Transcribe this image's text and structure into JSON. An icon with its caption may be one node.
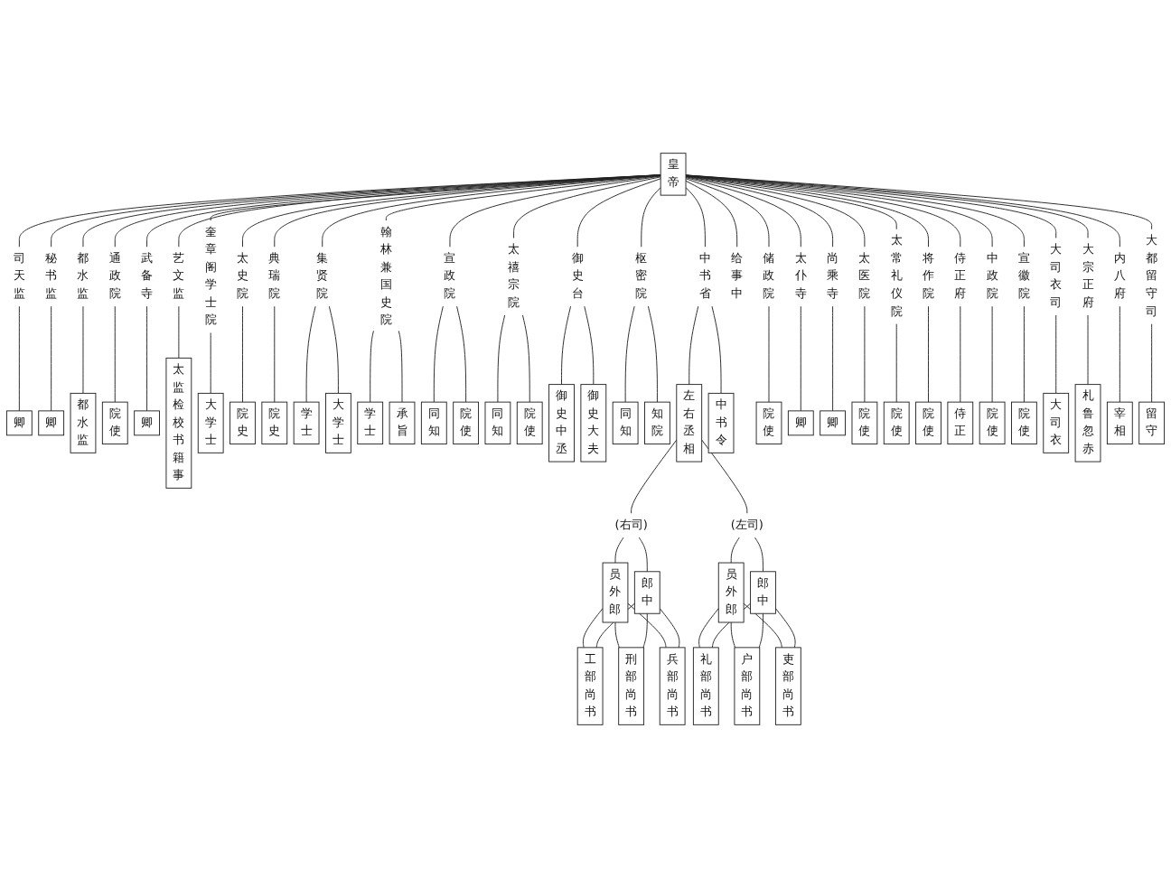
{
  "diagram": {
    "nodes": [
      {
        "text": [
          "皇帝"
        ]
      },
      {
        "text": [
          "司天监"
        ]
      },
      {
        "text": [
          "秘书监"
        ]
      },
      {
        "text": [
          "都水监"
        ]
      },
      {
        "text": [
          "通政院"
        ]
      },
      {
        "text": [
          "武备寺"
        ]
      },
      {
        "text": [
          "艺文监"
        ]
      },
      {
        "text": [
          "奎章阁学士院"
        ]
      },
      {
        "text": [
          "太史院"
        ]
      },
      {
        "text": [
          "典瑞院"
        ]
      },
      {
        "text": [
          "集贤院"
        ]
      },
      {
        "text": [
          "翰林兼国史院"
        ]
      },
      {
        "text": [
          "宣政院"
        ]
      },
      {
        "text": [
          "太禧宗院"
        ]
      },
      {
        "text": [
          "御史台"
        ]
      },
      {
        "text": [
          "枢密院"
        ]
      },
      {
        "text": [
          "中书省"
        ]
      },
      {
        "text": [
          "给事中"
        ]
      },
      {
        "text": [
          "卿"
        ]
      },
      {
        "text": [
          "卿"
        ]
      },
      {
        "text": [
          "都水监"
        ]
      },
      {
        "text": [
          "院使"
        ]
      },
      {
        "text": [
          "卿"
        ]
      },
      {
        "text": [
          "太监检校书籍事"
        ]
      },
      {
        "text": [
          "大学士"
        ]
      },
      {
        "text": [
          "院史"
        ]
      },
      {
        "text": [
          "院史"
        ]
      },
      {
        "text": [
          "学士"
        ]
      },
      {
        "text": [
          "大学士"
        ]
      },
      {
        "text": [
          "学士"
        ]
      },
      {
        "text": [
          "承旨"
        ]
      },
      {
        "text": [
          "同知"
        ]
      },
      {
        "text": [
          "院使"
        ]
      },
      {
        "text": [
          "同知"
        ]
      },
      {
        "text": [
          "院使"
        ]
      },
      {
        "text": [
          "御史中丞"
        ]
      },
      {
        "text": [
          "御史大夫"
        ]
      },
      {
        "text": [
          "同知"
        ]
      },
      {
        "text": [
          "知院"
        ]
      },
      {
        "text": [
          "左右丞相"
        ]
      },
      {
        "text": [
          "中书令"
        ]
      },
      {
        "text": [
          "储政院"
        ]
      },
      {
        "text": [
          "院使"
        ]
      },
      {
        "text": [
          "太仆寺"
        ]
      },
      {
        "text": [
          "卿"
        ]
      },
      {
        "text": [
          "尚乘寺"
        ]
      },
      {
        "text": [
          "卿"
        ]
      },
      {
        "text": [
          "太医院"
        ]
      },
      {
        "text": [
          "院使"
        ]
      },
      {
        "text": [
          "太常礼仪院"
        ]
      },
      {
        "text": [
          "院使"
        ]
      },
      {
        "text": [
          "将作院"
        ]
      },
      {
        "text": [
          "院使"
        ]
      },
      {
        "text": [
          "侍正府"
        ]
      },
      {
        "text": [
          "侍正"
        ]
      },
      {
        "text": [
          "中政院"
        ]
      },
      {
        "text": [
          "院使"
        ]
      },
      {
        "text": [
          "宣徽院"
        ]
      },
      {
        "text": [
          "院使"
        ]
      },
      {
        "text": [
          "大司衣司"
        ]
      },
      {
        "text": [
          "大司衣"
        ]
      },
      {
        "text": [
          "大宗正府"
        ]
      },
      {
        "text": [
          "札鲁忽赤"
        ]
      },
      {
        "text": [
          "内八府"
        ]
      },
      {
        "text": [
          "宰相"
        ]
      },
      {
        "text": [
          "大都留守司"
        ]
      },
      {
        "text": [
          "留守"
        ]
      },
      {
        "text": [
          "(右司)"
        ]
      },
      {
        "text": [
          "(左司)"
        ]
      },
      {
        "text": [
          "员外郎"
        ]
      },
      {
        "text": [
          "郎中"
        ]
      },
      {
        "text": [
          "员外郎"
        ]
      },
      {
        "text": [
          "郎中"
        ]
      },
      {
        "text": [
          "工部尚书"
        ]
      },
      {
        "text": [
          "刑部尚书"
        ]
      },
      {
        "text": [
          "兵部尚书"
        ]
      },
      {
        "text": [
          "礼部尚书"
        ]
      },
      {
        "text": [
          "户部尚书"
        ]
      },
      {
        "text": [
          "吏部尚书"
        ]
      }
    ],
    "edges": [
      {
        "from": 0,
        "to": 1,
        "arrow": "none"
      },
      {
        "from": 0,
        "to": 2,
        "arrow": "none"
      },
      {
        "from": 0,
        "to": 3,
        "arrow": "none"
      },
      {
        "from": 0,
        "to": 4,
        "arrow": "none"
      },
      {
        "from": 0,
        "to": 5,
        "arrow": "none"
      },
      {
        "from": 0,
        "to": 6,
        "arrow": "none"
      },
      {
        "from": 0,
        "to": 7,
        "arrow": "none"
      },
      {
        "from": 0,
        "to": 8,
        "arrow": "none"
      },
      {
        "from": 0,
        "to": 9,
        "arrow": "none"
      },
      {
        "from": 0,
        "to": 10,
        "arrow": "none"
      },
      {
        "from": 0,
        "to": 11,
        "arrow": "none"
      },
      {
        "from": 0,
        "to": 12,
        "arrow": "none"
      },
      {
        "from": 0,
        "to": 13,
        "arrow": "none"
      },
      {
        "from": 0,
        "to": 14,
        "arrow": "none"
      },
      {
        "from": 0,
        "to": 15,
        "arrow": "none"
      },
      {
        "from": 0,
        "to": 16,
        "arrow": "none"
      },
      {
        "from": 0,
        "to": 17,
        "arrow": "none"
      },
      {
        "from": 0,
        "to": 41,
        "arrow": "none"
      },
      {
        "from": 0,
        "to": 43,
        "arrow": "none"
      },
      {
        "from": 0,
        "to": 45,
        "arrow": "none"
      },
      {
        "from": 0,
        "to": 47,
        "arrow": "none"
      },
      {
        "from": 0,
        "to": 49,
        "arrow": "none"
      },
      {
        "from": 0,
        "to": 51,
        "arrow": "none"
      },
      {
        "from": 0,
        "to": 53,
        "arrow": "none"
      },
      {
        "from": 0,
        "to": 55,
        "arrow": "none"
      },
      {
        "from": 0,
        "to": 57,
        "arrow": "none"
      },
      {
        "from": 0,
        "to": 59,
        "arrow": "none"
      },
      {
        "from": 0,
        "to": 61,
        "arrow": "none"
      },
      {
        "from": 0,
        "to": 63,
        "arrow": "none"
      },
      {
        "from": 0,
        "to": 65,
        "arrow": "none"
      },
      {
        "from": 1,
        "to": 18,
        "arrow": "none"
      },
      {
        "from": 2,
        "to": 19,
        "arrow": "none"
      },
      {
        "from": 3,
        "to": 20,
        "arrow": "none"
      },
      {
        "from": 4,
        "to": 21,
        "arrow": "none"
      },
      {
        "from": 5,
        "to": 22,
        "arrow": "none"
      },
      {
        "from": 6,
        "to": 23,
        "arrow": "none"
      },
      {
        "from": 7,
        "to": 24,
        "arrow": "none"
      },
      {
        "from": 8,
        "to": 25,
        "arrow": "none"
      },
      {
        "from": 9,
        "to": 26,
        "arrow": "none"
      },
      {
        "from": 10,
        "to": 27,
        "arrow": "none"
      },
      {
        "from": 10,
        "to": 28,
        "arrow": "none"
      },
      {
        "from": 11,
        "to": 29,
        "arrow": "none"
      },
      {
        "from": 11,
        "to": 30,
        "arrow": "none"
      },
      {
        "from": 12,
        "to": 31,
        "arrow": "none"
      },
      {
        "from": 12,
        "to": 32,
        "arrow": "none"
      },
      {
        "from": 13,
        "to": 33,
        "arrow": "none"
      },
      {
        "from": 13,
        "to": 34,
        "arrow": "none"
      },
      {
        "from": 14,
        "to": 35,
        "arrow": "none"
      },
      {
        "from": 14,
        "to": 36,
        "arrow": "none"
      },
      {
        "from": 15,
        "to": 37,
        "arrow": "none"
      },
      {
        "from": 15,
        "to": 38,
        "arrow": "none"
      },
      {
        "from": 16,
        "to": 39,
        "arrow": "none"
      },
      {
        "from": 16,
        "to": 40,
        "arrow": "none"
      },
      {
        "from": 41,
        "to": 42,
        "arrow": "none"
      },
      {
        "from": 43,
        "to": 44,
        "arrow": "none"
      },
      {
        "from": 45,
        "to": 46,
        "arrow": "none"
      },
      {
        "from": 47,
        "to": 48,
        "arrow": "none"
      },
      {
        "from": 49,
        "to": 50,
        "arrow": "none"
      },
      {
        "from": 51,
        "to": 52,
        "arrow": "none"
      },
      {
        "from": 53,
        "to": 54,
        "arrow": "none"
      },
      {
        "from": 55,
        "to": 56,
        "arrow": "none"
      },
      {
        "from": 57,
        "to": 58,
        "arrow": "none"
      },
      {
        "from": 59,
        "to": 60,
        "arrow": "none"
      },
      {
        "from": 61,
        "to": 62,
        "arrow": "none"
      },
      {
        "from": 63,
        "to": 64,
        "arrow": "none"
      },
      {
        "from": 65,
        "to": 66,
        "arrow": "none"
      },
      {
        "from": 39,
        "to": 67,
        "arrow": "none"
      },
      {
        "from": 39,
        "to": 68,
        "arrow": "none"
      },
      {
        "from": 67,
        "to": 69,
        "arrow": "none"
      },
      {
        "from": 67,
        "to": 70,
        "arrow": "none"
      },
      {
        "from": 68,
        "to": 71,
        "arrow": "none"
      },
      {
        "from": 68,
        "to": 72,
        "arrow": "none"
      },
      {
        "from": 69,
        "to": 73,
        "arrow": "none"
      },
      {
        "from": 69,
        "to": 74,
        "arrow": "none"
      },
      {
        "from": 69,
        "to": 75,
        "arrow": "none"
      },
      {
        "from": 70,
        "to": 73,
        "arrow": "none"
      },
      {
        "from": 70,
        "to": 74,
        "arrow": "none"
      },
      {
        "from": 70,
        "to": 75,
        "arrow": "none"
      },
      {
        "from": 71,
        "to": 76,
        "arrow": "none"
      },
      {
        "from": 71,
        "to": 77,
        "arrow": "none"
      },
      {
        "from": 71,
        "to": 78,
        "arrow": "none"
      },
      {
        "from": 72,
        "to": 76,
        "arrow": "none"
      },
      {
        "from": 72,
        "to": 77,
        "arrow": "none"
      },
      {
        "from": 72,
        "to": 78,
        "arrow": "none"
      }
    ]
  }
}
